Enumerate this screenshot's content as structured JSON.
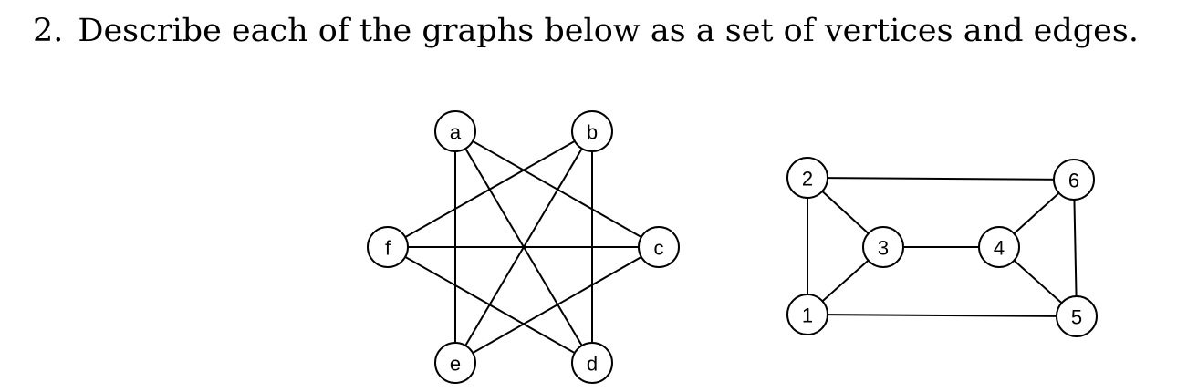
{
  "question": {
    "number": "2.",
    "text": "Describe each of the graphs below as a set of vertices and edges."
  },
  "graphs": [
    {
      "name": "graph-letters",
      "vertices": [
        "a",
        "b",
        "c",
        "d",
        "e",
        "f"
      ],
      "edges": [
        [
          "a",
          "c"
        ],
        [
          "a",
          "d"
        ],
        [
          "a",
          "e"
        ],
        [
          "b",
          "d"
        ],
        [
          "b",
          "e"
        ],
        [
          "b",
          "f"
        ],
        [
          "c",
          "e"
        ],
        [
          "c",
          "f"
        ],
        [
          "d",
          "f"
        ]
      ]
    },
    {
      "name": "graph-numbers",
      "vertices": [
        "1",
        "2",
        "3",
        "4",
        "5",
        "6"
      ],
      "edges": [
        [
          "1",
          "2"
        ],
        [
          "1",
          "3"
        ],
        [
          "1",
          "5"
        ],
        [
          "2",
          "3"
        ],
        [
          "2",
          "6"
        ],
        [
          "3",
          "4"
        ],
        [
          "4",
          "5"
        ],
        [
          "4",
          "6"
        ],
        [
          "5",
          "6"
        ]
      ]
    }
  ]
}
